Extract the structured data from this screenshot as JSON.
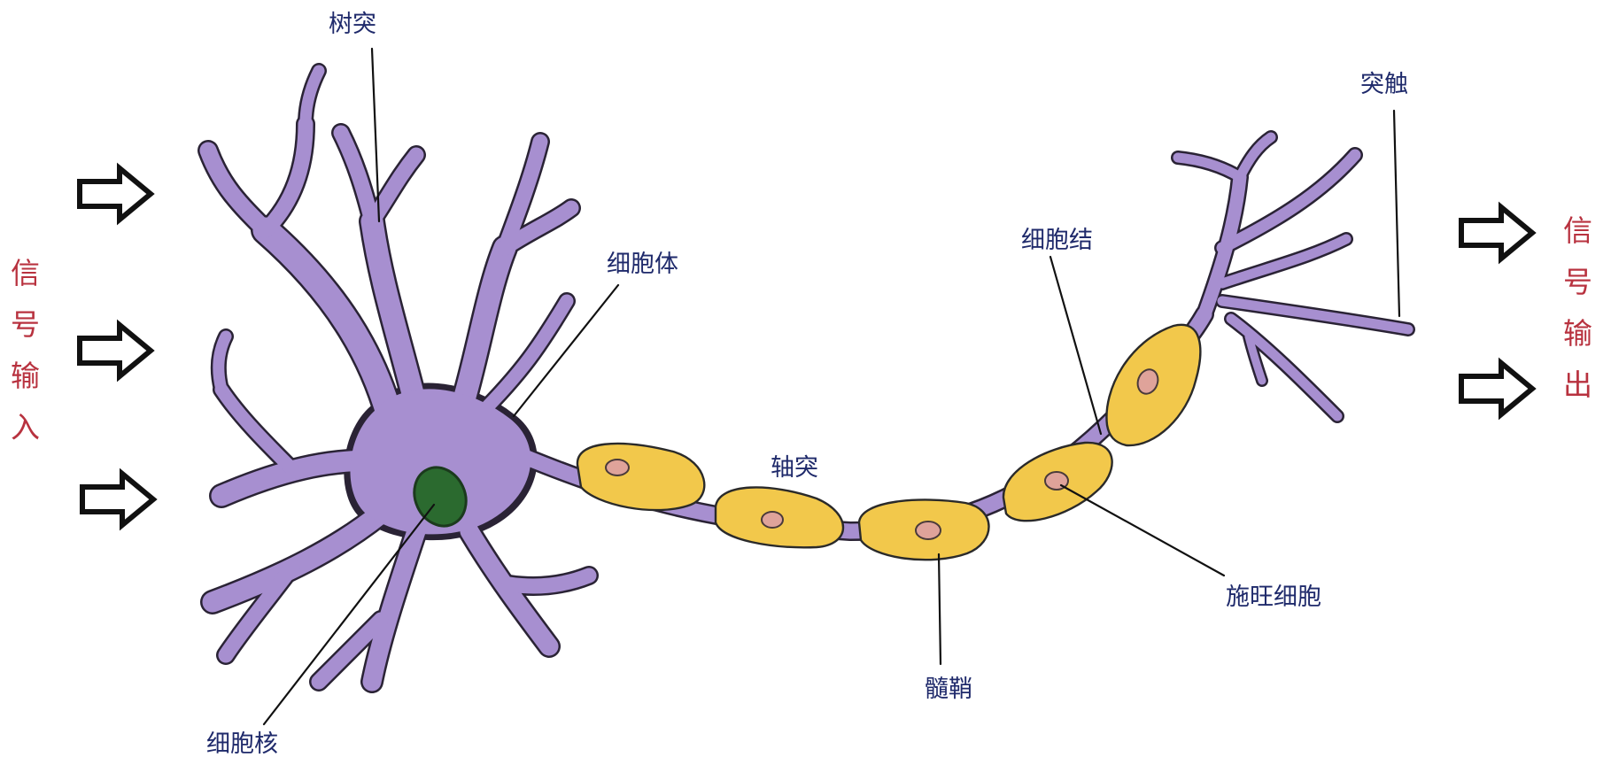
{
  "signal_input": {
    "chars": [
      "信",
      "号",
      "输",
      "入"
    ]
  },
  "signal_output": {
    "chars": [
      "信",
      "号",
      "输",
      "出"
    ]
  },
  "labels": {
    "dendrite": "树突",
    "soma": "细胞体",
    "nucleus": "细胞核",
    "axon": "轴突",
    "myelin": "髓鞘",
    "node": "细胞结",
    "schwann": "施旺细胞",
    "synapse": "突触"
  },
  "colors": {
    "neuron": "#a78fd0",
    "neuron_outline": "#2a2335",
    "myelin": "#f2c84b",
    "schwann_nucleus": "#dfa39a",
    "cell_nucleus": "#2b6a2f",
    "label_text": "#1f2a6b",
    "signal_text": "#b8323f"
  }
}
